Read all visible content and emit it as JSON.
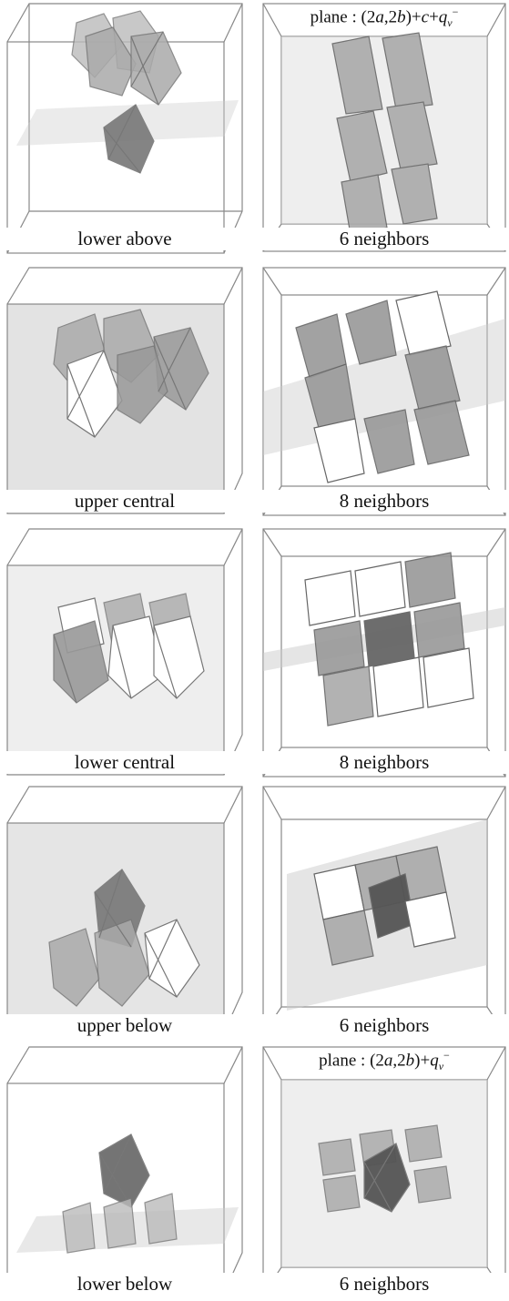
{
  "figure": {
    "rows": [
      {
        "left": {
          "caption": "lower above"
        },
        "right": {
          "caption": "6 neighbors",
          "title": {
            "prefix": "plane : (2",
            "a": "a",
            "comma": ",2",
            "b": "b",
            "mid": ")+",
            "c": "c",
            "plus": "+",
            "q": "q",
            "sub": "v",
            "sup": "−"
          }
        }
      },
      {
        "left": {
          "caption": "upper central"
        },
        "right": {
          "caption": "8 neighbors"
        }
      },
      {
        "left": {
          "caption": "lower central"
        },
        "right": {
          "caption": "8 neighbors"
        }
      },
      {
        "left": {
          "caption": "upper below"
        },
        "right": {
          "caption": "6 neighbors"
        }
      },
      {
        "left": {
          "caption": "lower below"
        },
        "right": {
          "caption": "6 neighbors",
          "title": {
            "prefix": "plane : (2",
            "a": "a",
            "comma": ",2",
            "b": "b",
            "mid": ")+",
            "q": "q",
            "sub": "v",
            "sup": "−"
          }
        }
      }
    ]
  }
}
